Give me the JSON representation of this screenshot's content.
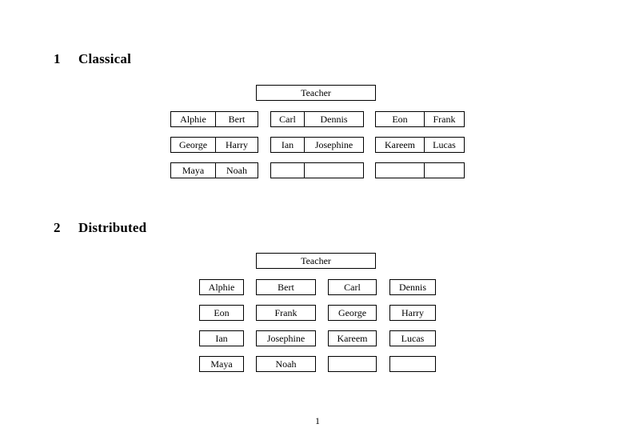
{
  "document": {
    "page_number": "1",
    "sections": [
      {
        "number": "1",
        "title": "Classical",
        "layout": "joined-pairs",
        "teacher_label": "Teacher",
        "groups": [
          {
            "id": "left",
            "rows": [
              [
                "Alphie",
                "Bert"
              ],
              [
                "George",
                "Harry"
              ],
              [
                "Maya",
                "Noah"
              ]
            ]
          },
          {
            "id": "middle",
            "rows": [
              [
                "Carl",
                "Dennis"
              ],
              [
                "Ian",
                "Josephine"
              ],
              [
                "",
                ""
              ]
            ]
          },
          {
            "id": "right",
            "rows": [
              [
                "Eon",
                "Frank"
              ],
              [
                "Kareem",
                "Lucas"
              ],
              [
                "",
                ""
              ]
            ]
          }
        ]
      },
      {
        "number": "2",
        "title": "Distributed",
        "layout": "separate-boxes",
        "teacher_label": "Teacher",
        "rows": [
          [
            "Alphie",
            "Bert",
            "Carl",
            "Dennis"
          ],
          [
            "Eon",
            "Frank",
            "George",
            "Harry"
          ],
          [
            "Ian",
            "Josephine",
            "Kareem",
            "Lucas"
          ],
          [
            "Maya",
            "Noah",
            "",
            ""
          ]
        ]
      }
    ]
  }
}
